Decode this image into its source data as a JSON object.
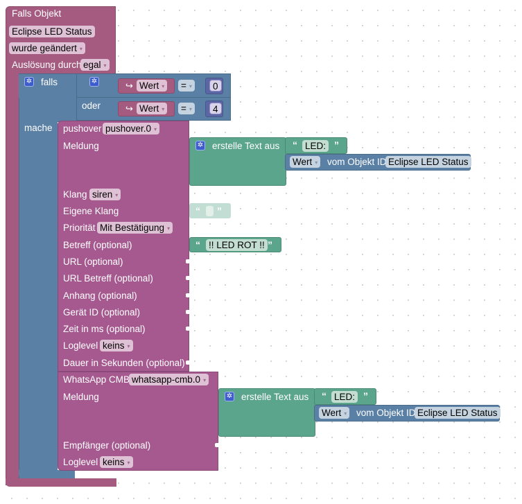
{
  "trigger": {
    "title": "Falls Objekt",
    "object_id": "Eclipse LED Status",
    "condition": "wurde geändert",
    "trigger_label": "Auslösung durch",
    "trigger_value": "egal"
  },
  "if_block": {
    "if_label": "falls",
    "or_label": "oder",
    "do_label": "mache",
    "conditions": [
      {
        "var": "Wert",
        "op": "=",
        "value": "0"
      },
      {
        "var": "Wert",
        "op": "=",
        "value": "4"
      }
    ],
    "var_arrow": "↪"
  },
  "pushover": {
    "label": "pushover",
    "instance": "pushover.0",
    "message_label": "Meldung",
    "sound_label": "Klang",
    "sound_value": "siren",
    "custom_sound_label": "Eigene Klang",
    "priority_label": "Priorität",
    "priority_value": "Mit Bestätigung",
    "subject_label": "Betreff (optional)",
    "subject_value": "!! LED ROT !!",
    "url_label": "URL (optional)",
    "url_subject_label": "URL Betreff (optional)",
    "attachment_label": "Anhang (optional)",
    "device_label": "Gerät ID (optional)",
    "time_label": "Zeit in ms (optional)",
    "loglevel_label": "Loglevel",
    "loglevel_value": "keins",
    "duration_label": "Dauer in Sekunden (optional)"
  },
  "text_join_1": {
    "label": "erstelle Text aus",
    "text": "LED:",
    "getter_field": "Wert",
    "getter_label": "vom Objekt ID",
    "getter_object": "Eclipse LED Status"
  },
  "whatsapp": {
    "label": "WhatsApp CMB",
    "instance": "whatsapp-cmb.0",
    "message_label": "Meldung",
    "recipient_label": "Empfänger (optional)",
    "loglevel_label": "Loglevel",
    "loglevel_value": "keins"
  },
  "text_join_2": {
    "label": "erstelle Text aus",
    "text": "LED:",
    "getter_field": "Wert",
    "getter_label": "vom Objekt ID",
    "getter_object": "Eclipse LED Status"
  },
  "symbols": {
    "open_quote": "“",
    "close_quote": "”",
    "dropdown_arrow": "▾",
    "gear": "✲"
  },
  "colors": {
    "trigger_block": "#a55b80",
    "logic_block": "#5b80a5",
    "action_block": "#a5598f",
    "text_block": "#5ba58c",
    "math_number": "#5b67a5"
  }
}
